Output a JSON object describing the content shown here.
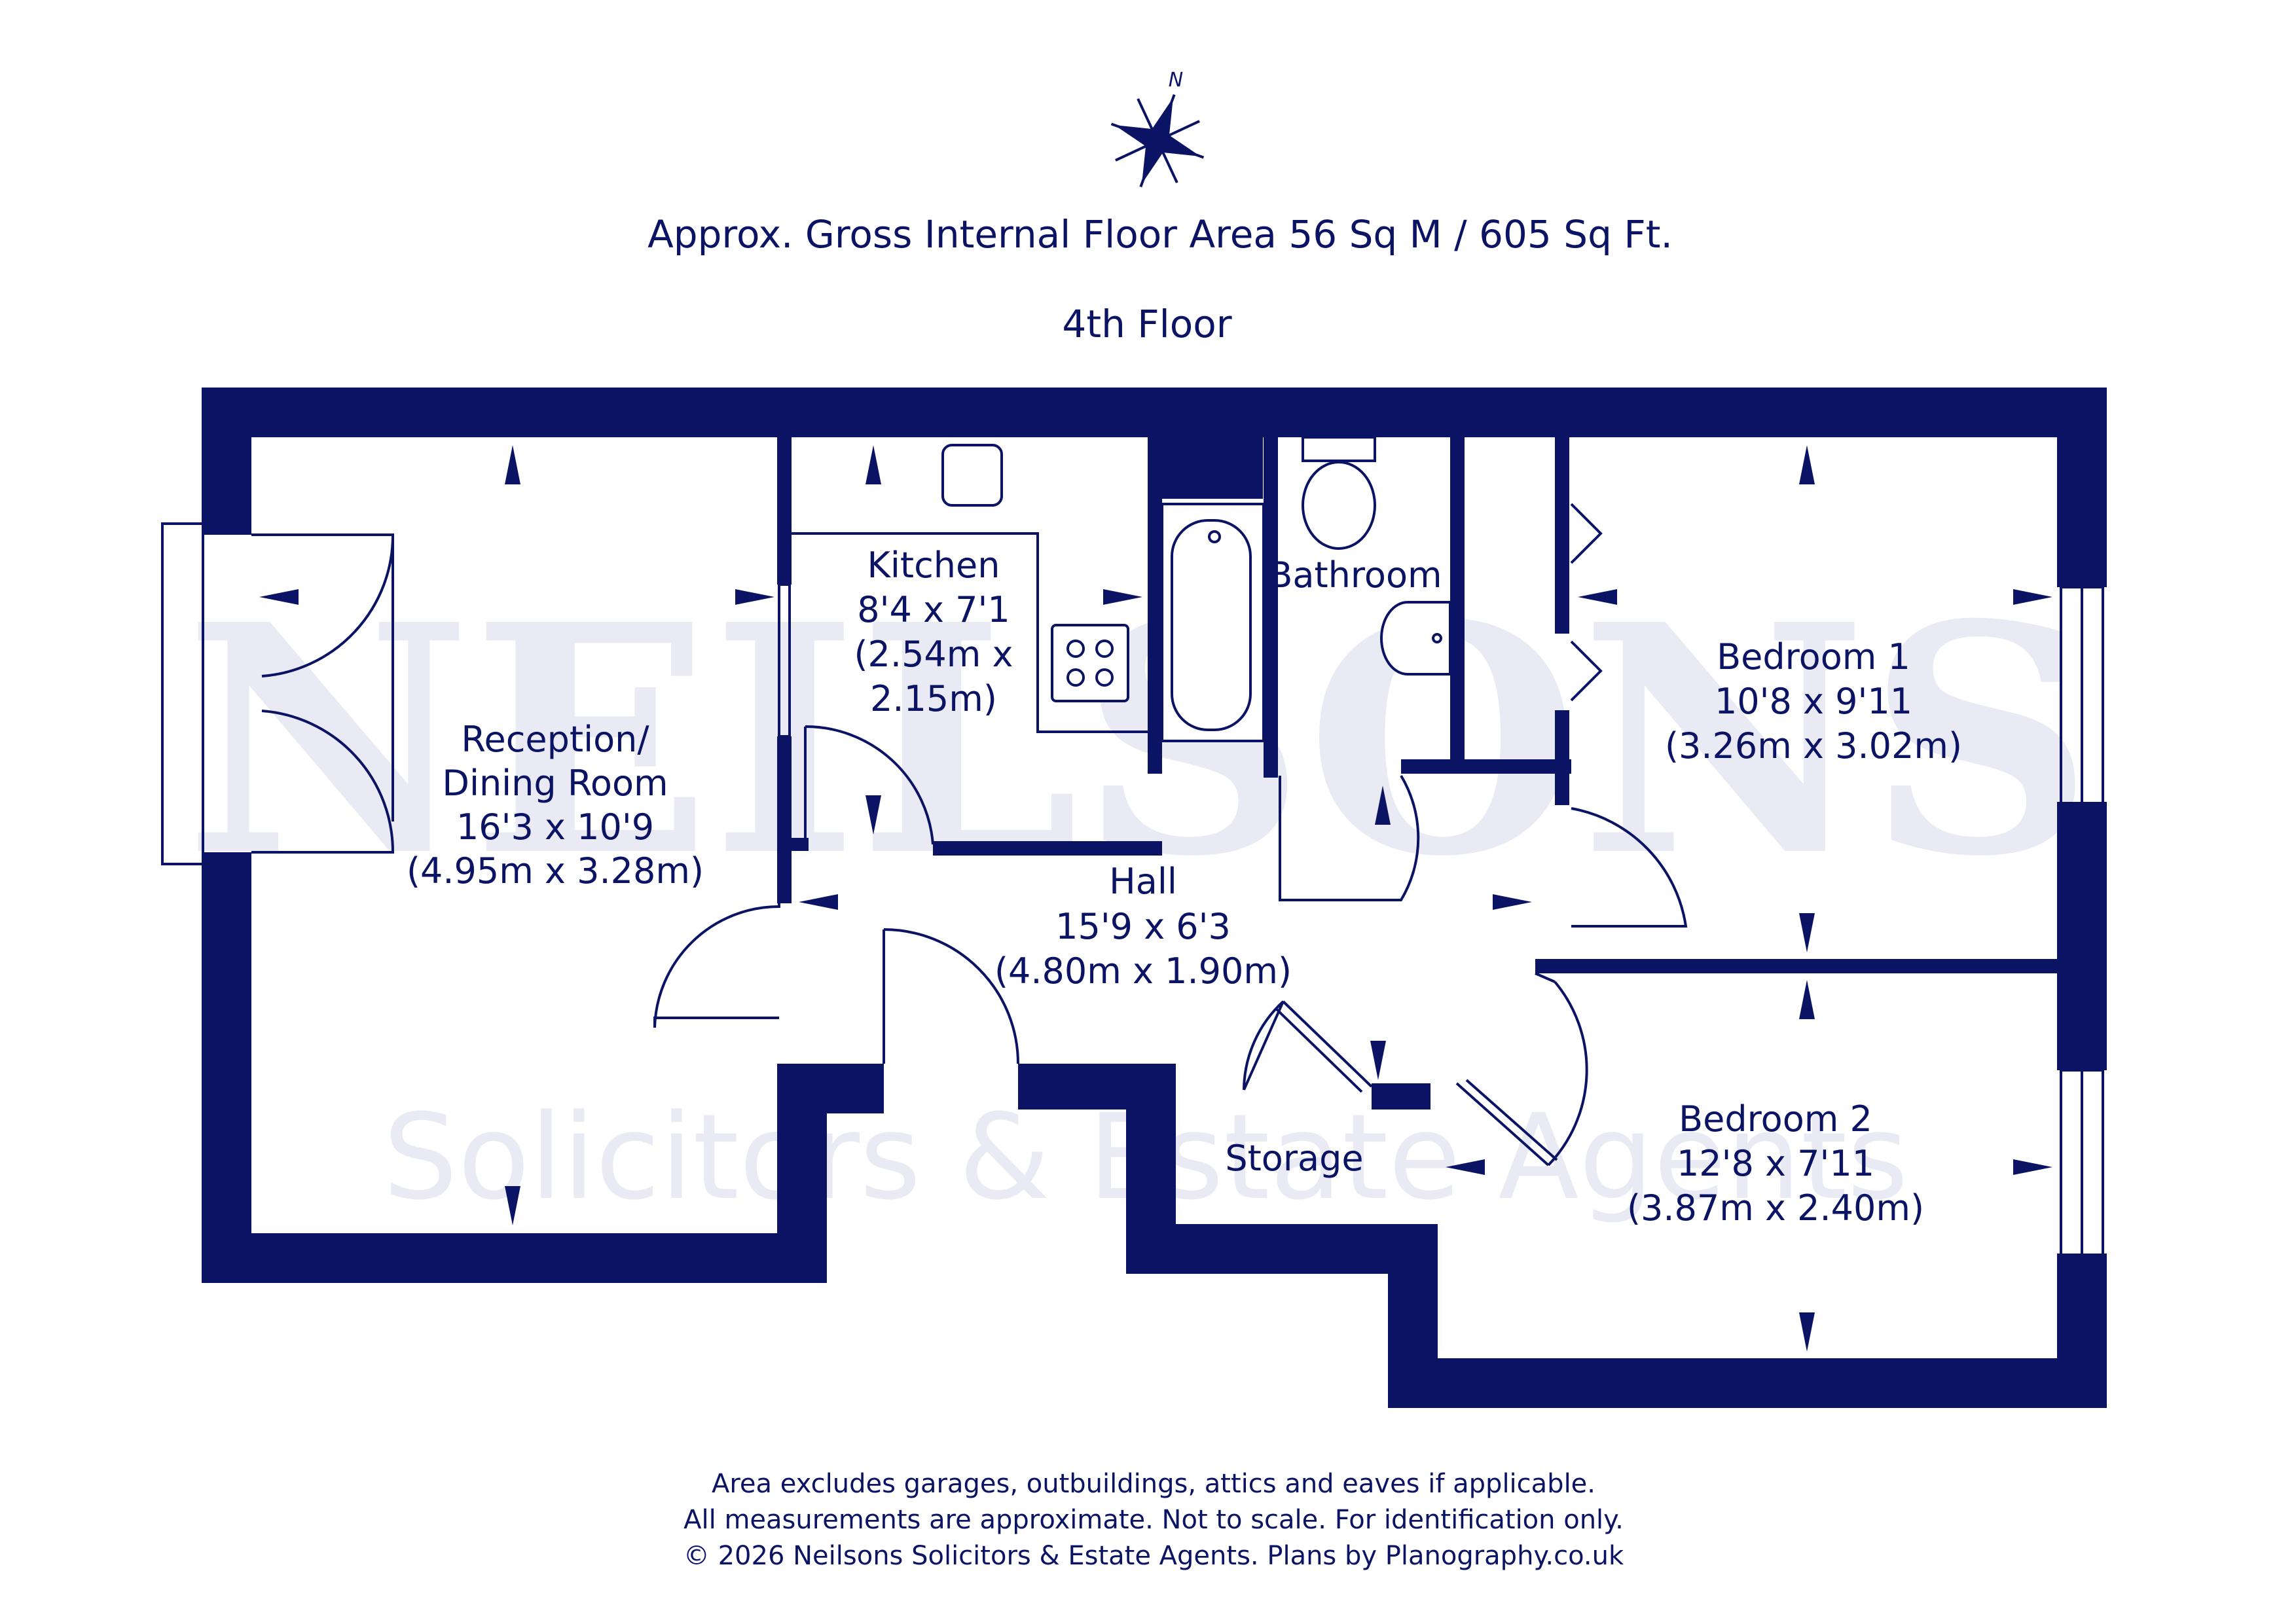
{
  "header": {
    "area_line": "Approx. Gross Internal Floor Area 56 Sq M / 605 Sq Ft.",
    "floor_label": "4th Floor",
    "compass_label": "N"
  },
  "watermark": {
    "brand": "NEILSONS",
    "tagline": "Solicitors & Estate Agents"
  },
  "rooms": {
    "reception": {
      "line1": "Reception/",
      "line2": "Dining Room",
      "imperial": "16'3 x 10'9",
      "metric": "(4.95m x 3.28m)"
    },
    "kitchen": {
      "name": "Kitchen",
      "imperial": "8'4 x 7'1",
      "metric_line1": "(2.54m x",
      "metric_line2": "2.15m)"
    },
    "bathroom": {
      "name": "Bathroom"
    },
    "bedroom1": {
      "name": "Bedroom 1",
      "imperial": "10'8 x 9'11",
      "metric": "(3.26m x 3.02m)"
    },
    "hall": {
      "name": "Hall",
      "imperial": "15'9 x 6'3",
      "metric": "(4.80m x 1.90m)"
    },
    "storage": {
      "name": "Storage"
    },
    "bedroom2": {
      "name": "Bedroom 2",
      "imperial": "12'8 x 7'11",
      "metric": "(3.87m x 2.40m)"
    }
  },
  "footer": {
    "line1": "Area excludes garages, outbuildings, attics and eaves if applicable.",
    "line2": "All measurements are approximate. Not to scale. For identification only.",
    "line3": "© 2026 Neilsons Solicitors & Estate Agents. Plans by Planography.co.uk"
  },
  "colors": {
    "ink": "#0b1464",
    "watermark": "#e9eaf4",
    "background": "#ffffff"
  }
}
